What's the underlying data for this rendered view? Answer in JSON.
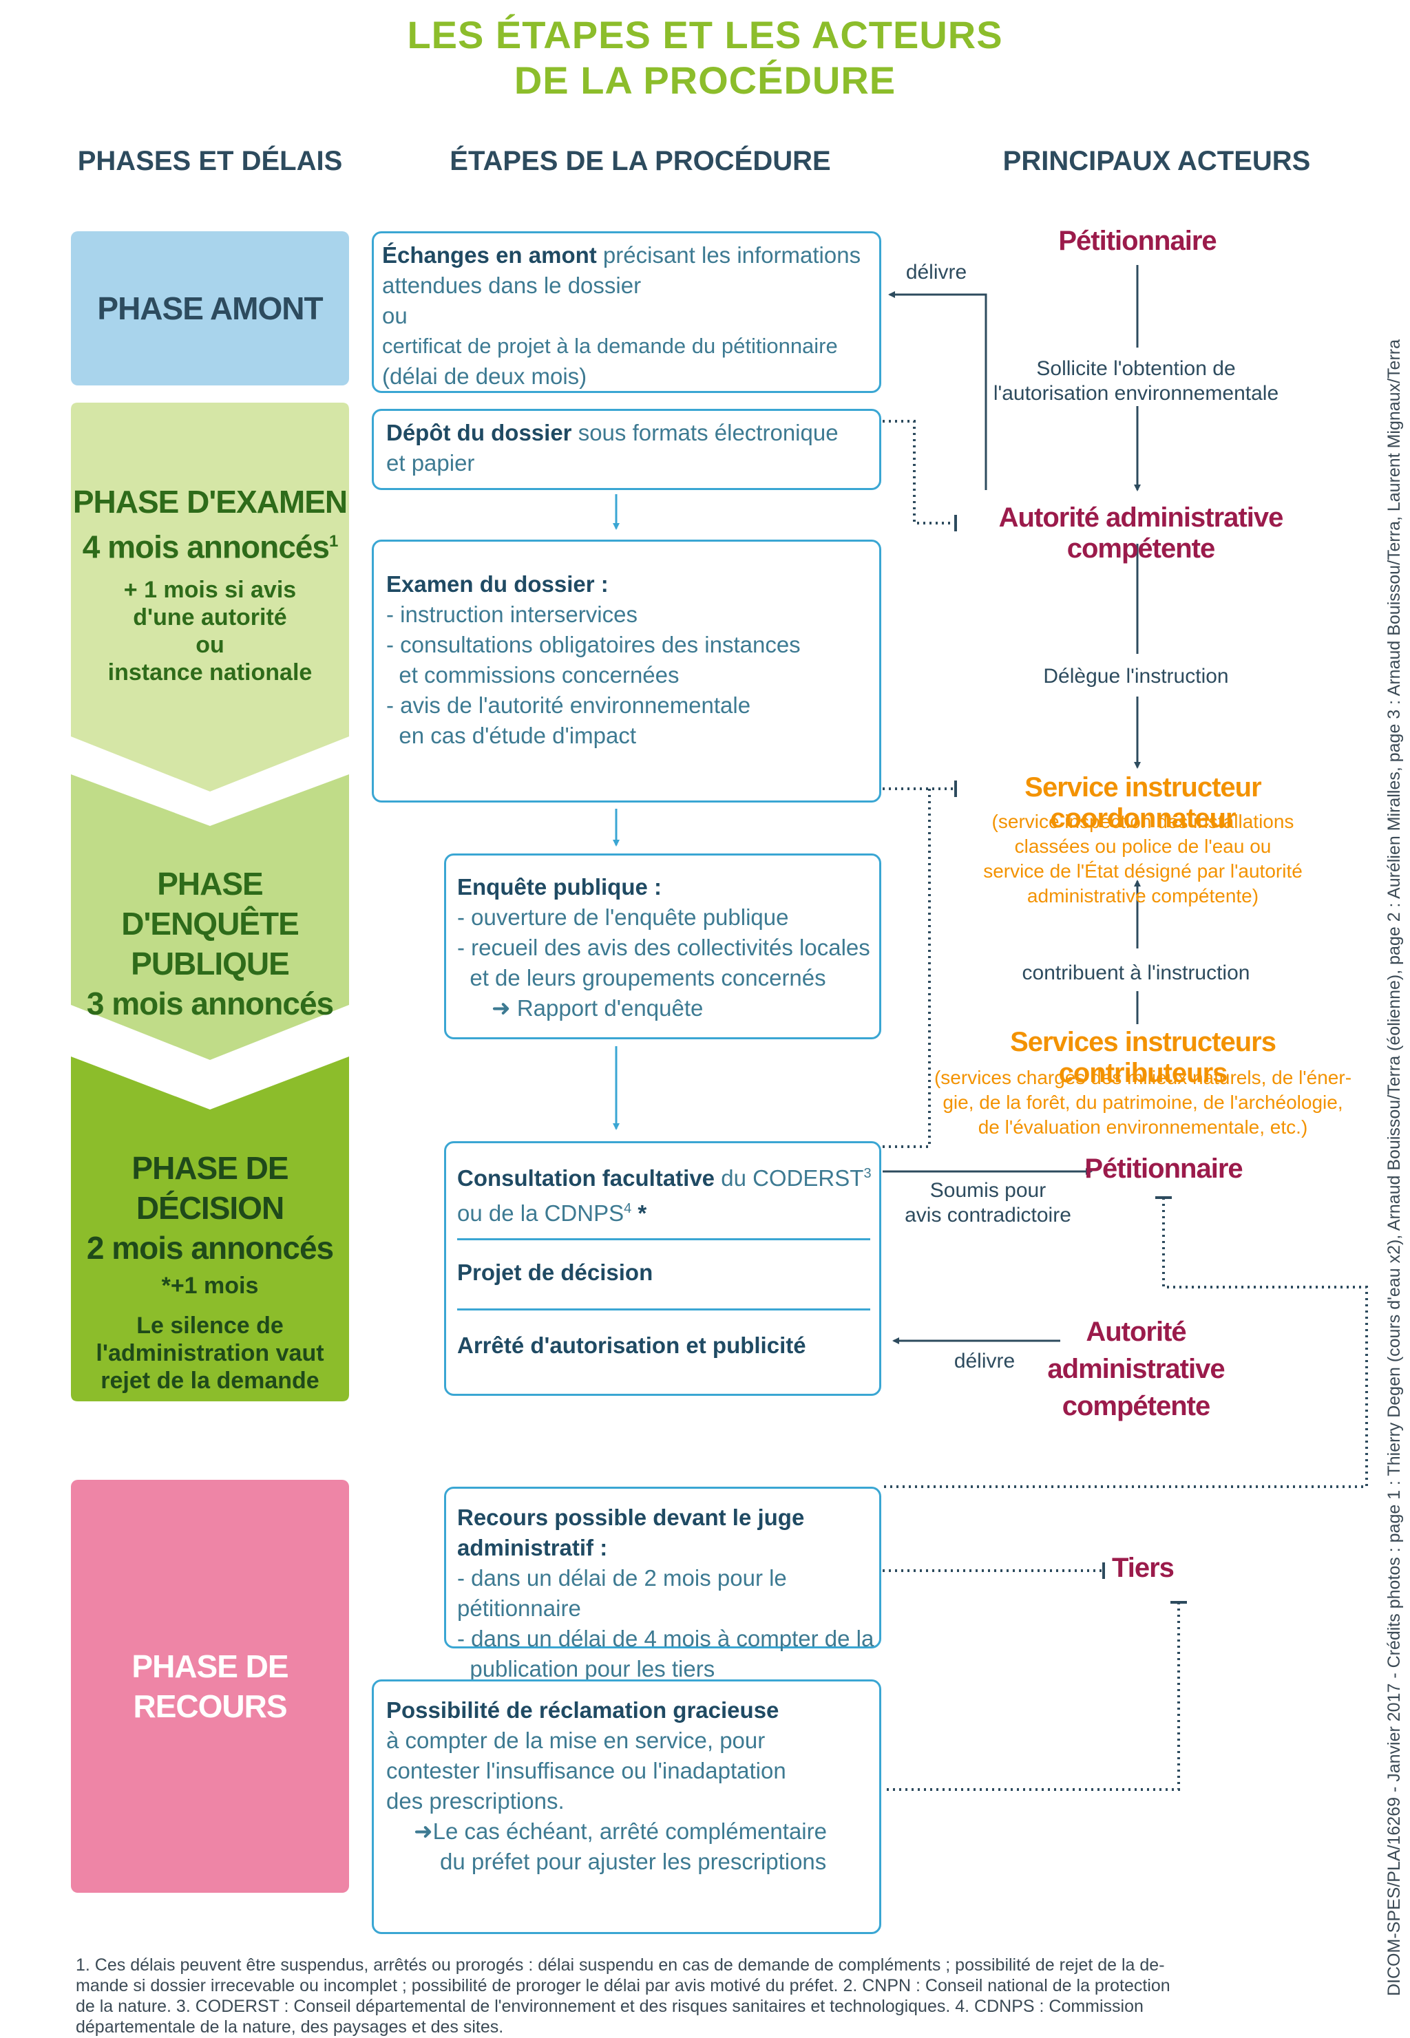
{
  "title": {
    "line1": "LES ÉTAPES ET LES ACTEURS",
    "line2": "DE LA PROCÉDURE"
  },
  "columns": {
    "phases": "PHASES ET DÉLAIS",
    "steps": "ÉTAPES DE LA PROCÉDURE",
    "actors": "PRINCIPAUX ACTEURS"
  },
  "colors": {
    "amont": "#a9d4ec",
    "examen": "#d5e6a6",
    "enquete": "#c0dc88",
    "decision": "#8cbd2b",
    "recours": "#ee85a6",
    "box": "#3aa6d3"
  },
  "phases": {
    "amont": {
      "title": "PHASE AMONT"
    },
    "examen": {
      "title1": "PHASE D'EXAMEN",
      "title2": "4 mois annoncés",
      "sup": "1",
      "sub1": "+ 1 mois si avis",
      "sub2": "d'une autorité",
      "sub3": "ou",
      "sub4": "instance nationale"
    },
    "enquete": {
      "title1": "PHASE D'ENQUÊTE",
      "title2": "PUBLIQUE",
      "title3": "3 mois annoncés"
    },
    "decision": {
      "title1": "PHASE DE DÉCISION",
      "title2": "2 mois annoncés",
      "sub1": "*+1 mois",
      "sub2": "Le silence de",
      "sub3": "l'administration vaut",
      "sub4": "rejet de la demande"
    },
    "recours": {
      "title": "PHASE DE RECOURS"
    }
  },
  "boxes": {
    "b1": {
      "bold": "Échanges en amont",
      "l1": " précisant les informations",
      "l2": "attendues dans le dossier",
      "l3": "ou",
      "l4": "certificat de projet à la demande du pétitionnaire",
      "l5": "(délai de deux mois)"
    },
    "b2": {
      "bold": "Dépôt du dossier",
      "l1": " sous formats électronique",
      "l2": "et papier"
    },
    "b3": {
      "bold": "Examen du dossier :",
      "l1": "- instruction interservices",
      "l2": "- consultations obligatoires des instances",
      "l3": "  et commissions concernées",
      "l4": "- avis de l'autorité environnementale",
      "l5": "  en cas d'étude d'impact"
    },
    "b4": {
      "bold": "Enquête publique :",
      "l1": "- ouverture de l'enquête publique",
      "l2": "- recueil des avis des collectivités locales",
      "l3": "  et de leurs groupements concernés",
      "l4": "Rapport d'enquête"
    },
    "b5": {
      "bold1": "Consultation facultative",
      "l1": " du CODERST",
      "sup3": "3",
      "l2": "ou de la CDNPS",
      "sup4": "4",
      "star": " *",
      "bold2": "Projet de décision",
      "bold3": "Arrêté d'autorisation et publicité"
    },
    "b6": {
      "bold": "Recours possible devant le juge administratif :",
      "l1": "- dans un délai de 2 mois pour le pétitionnaire",
      "l2": "- dans un délai de 4 mois à compter de la",
      "l3": "  publication pour les tiers"
    },
    "b7": {
      "bold": "Possibilité de réclamation gracieuse",
      "l1": "à compter de la mise en service, pour",
      "l2": "contester l'insuffisance ou l'inadaptation",
      "l3": "des prescriptions.",
      "l4": "Le cas échéant, arrêté complémentaire",
      "l5": "du préfet pour ajuster les prescriptions"
    }
  },
  "actors": {
    "petitionnaire1": "Pétitionnaire",
    "delivre1": "délivre",
    "sollicite1": "Sollicite l'obtention de",
    "sollicite2": "l'autorisation environnementale",
    "autorite1": "Autorité administrative compétente",
    "delegue": "Délègue l'instruction",
    "service_coord": "Service instructeur coordonnateur",
    "coord1": "(service inspection des installations",
    "coord2": "classées ou police de l'eau ou",
    "coord3": "service de l'État désigné par l'autorité",
    "coord4": "administrative compétente)",
    "contribuent": "contribuent à l'instruction",
    "services_contrib": "Services instructeurs contributeurs",
    "contrib1": "(services chargés des milieux naturels, de l'éner-",
    "contrib2": "gie, de la forêt, du patrimoine, de l'archéologie,",
    "contrib3": "de l'évaluation environnementale, etc.)",
    "petitionnaire2": "Pétitionnaire",
    "soumis1": "Soumis pour",
    "soumis2": "avis contradictoire",
    "autorite2a": "Autorité",
    "autorite2b": "administrative",
    "autorite2c": "compétente",
    "delivre2": "délivre",
    "tiers": "Tiers"
  },
  "footnote": {
    "l1": "1. Ces délais peuvent être suspendus, arrêtés ou prorogés : délai suspendu en cas de demande de compléments ; possibilité de rejet de la de-",
    "l2": "mande si dossier irrecevable ou incomplet ; possibilité de proroger le délai par avis motivé du préfet. 2. CNPN : Conseil national de la protection",
    "l3": "de la nature. 3. CODERST : Conseil départemental de l'environnement et des risques sanitaires et technologiques. 4. CDNPS : Commission",
    "l4": "départementale de la nature, des paysages et des sites."
  },
  "credits": "DICOM-SPES/PLA/16269 - Janvier 2017 - Crédits photos : page 1 : Thierry Degen (cours d'eau x2), Arnaud Bouissou/Terra (éolienne), page 2 : Aurélien Miralles, page 3 : Arnaud Bouissou/Terra, Laurent Mignaux/Terra"
}
